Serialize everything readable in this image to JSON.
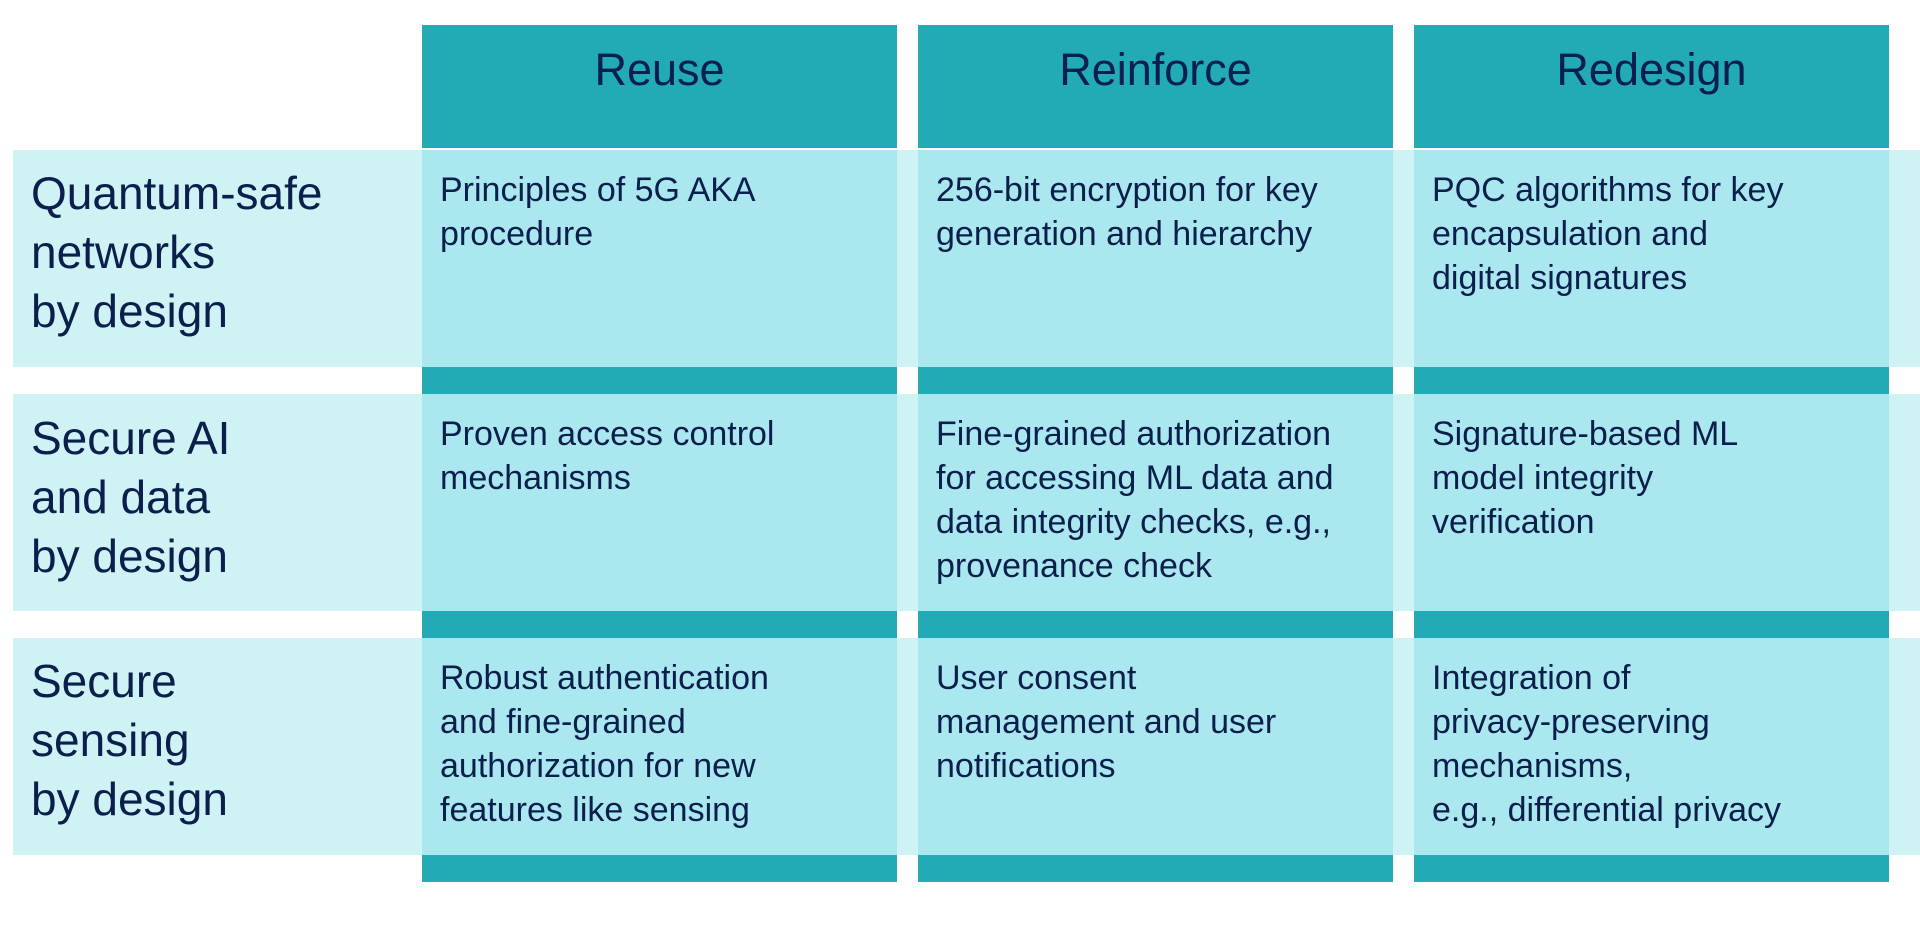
{
  "columns": [
    {
      "label": "Reuse"
    },
    {
      "label": "Reinforce"
    },
    {
      "label": "Redesign"
    }
  ],
  "rows": [
    {
      "label": "Quantum-safe\nnetworks\nby design",
      "cells": [
        "Principles of 5G AKA\nprocedure",
        "256-bit encryption for key\ngeneration and hierarchy",
        "PQC algorithms for key\nencapsulation and\ndigital signatures"
      ]
    },
    {
      "label": "Secure AI\nand data\nby design",
      "cells": [
        "Proven access control\nmechanisms",
        "Fine-grained authorization\nfor accessing ML data and\ndata integrity checks, e.g.,\nprovenance check",
        "Signature-based ML\nmodel integrity\nverification"
      ]
    },
    {
      "label": "Secure\nsensing\nby design",
      "cells": [
        "Robust authentication\nand fine-grained\nauthorization for new\nfeatures like sensing",
        "User consent\nmanagement and user\nnotifications",
        "Integration of\nprivacy-preserving\nmechanisms,\ne.g., differential privacy"
      ]
    }
  ],
  "colors": {
    "header": "#22aab5",
    "cell": "#abe7ee",
    "row_band": "#cff2f4",
    "text": "#0b1f4d"
  }
}
